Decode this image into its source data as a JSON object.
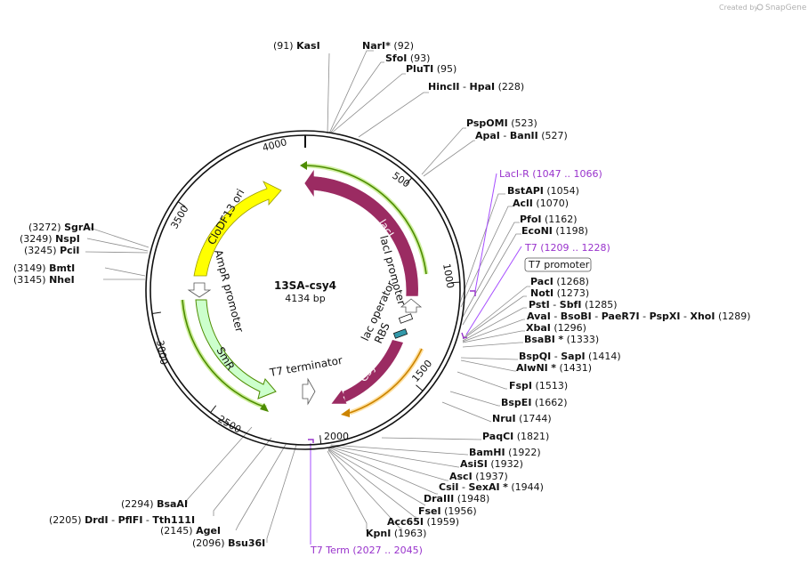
{
  "watermark": {
    "prefix": "Created by",
    "brand": "SnapGene"
  },
  "plasmid": {
    "name": "13SA-csy4",
    "length": "4134 bp"
  },
  "ruler": [
    "4000",
    "500",
    "1000",
    "1500",
    "2000",
    "2500",
    "3000",
    "3500"
  ],
  "features": {
    "lacI": "lacI",
    "lacI_promoter": "lacI promoter",
    "lac_operator": "lac operator",
    "rbs": "RBS",
    "csy4": "Csy4",
    "t7_terminator": "T7 terminator",
    "smr": "SmR",
    "ampr_promoter": "AmpR promoter",
    "clodf13_ori": "CloDF13 ori"
  },
  "sites": {
    "kasI": {
      "pos": "(91)",
      "name": "KasI"
    },
    "narI": {
      "name": "NarI",
      "star": "*",
      "pos": "(92)"
    },
    "sfoI": {
      "name": "SfoI",
      "pos": "(93)"
    },
    "pluTI": {
      "name": "PluTI",
      "pos": "(95)"
    },
    "hincII": {
      "name": "HincII",
      "sep": "-",
      "name2": "HpaI",
      "pos": "(228)"
    },
    "pspOMI": {
      "name": "PspOMI",
      "pos": "(523)"
    },
    "apaI": {
      "name": "ApaI",
      "sep": "-",
      "name2": "BanII",
      "pos": "(527)"
    },
    "lacIR": {
      "name": "LacI-R",
      "range": "(1047 .. 1066)"
    },
    "bstAPI": {
      "name": "BstAPI",
      "pos": "(1054)"
    },
    "aclI": {
      "name": "AclI",
      "pos": "(1070)"
    },
    "pfoI": {
      "name": "PfoI",
      "pos": "(1162)"
    },
    "ecoNI": {
      "name": "EcoNI",
      "pos": "(1198)"
    },
    "t7": {
      "name": "T7",
      "range": "(1209 .. 1228)"
    },
    "t7promoter": {
      "name": "T7 promoter"
    },
    "pacI": {
      "name": "PacI",
      "pos": "(1268)"
    },
    "notI": {
      "name": "NotI",
      "pos": "(1273)"
    },
    "pstI": {
      "name": "PstI",
      "sep": "-",
      "name2": "SbfI",
      "pos": "(1285)"
    },
    "avaI": {
      "name": "AvaI",
      "s1": "-",
      "n2": "BsoBI",
      "s2": "-",
      "n3": "PaeR7I",
      "s3": "-",
      "n4": "PspXI",
      "s4": "-",
      "n5": "XhoI",
      "pos": "(1289)"
    },
    "xbaI": {
      "name": "XbaI",
      "pos": "(1296)"
    },
    "bsaBI": {
      "name": "BsaBI",
      "star": "*",
      "pos": "(1333)"
    },
    "bspQI": {
      "name": "BspQI",
      "sep": "-",
      "name2": "SapI",
      "pos": "(1414)"
    },
    "alwNI": {
      "name": "AlwNI",
      "star": "*",
      "pos": "(1431)"
    },
    "fspI": {
      "name": "FspI",
      "pos": "(1513)"
    },
    "bspEI": {
      "name": "BspEI",
      "pos": "(1662)"
    },
    "nruI": {
      "name": "NruI",
      "pos": "(1744)"
    },
    "paqCI": {
      "name": "PaqCI",
      "pos": "(1821)"
    },
    "bamHI": {
      "name": "BamHI",
      "pos": "(1922)"
    },
    "asiSI": {
      "name": "AsiSI",
      "pos": "(1932)"
    },
    "ascI": {
      "name": "AscI",
      "pos": "(1937)"
    },
    "csiI": {
      "name": "CsiI",
      "sep": "-",
      "name2": "SexAI",
      "star": "*",
      "pos": "(1944)"
    },
    "draIII": {
      "name": "DraIII",
      "pos": "(1948)"
    },
    "fseI": {
      "name": "FseI",
      "pos": "(1956)"
    },
    "acc65I": {
      "name": "Acc65I",
      "pos": "(1959)"
    },
    "kpnI": {
      "name": "KpnI",
      "pos": "(1963)"
    },
    "t7term": {
      "name": "T7 Term",
      "range": "(2027 .. 2045)"
    },
    "bsu36I": {
      "pos": "(2096)",
      "name": "Bsu36I"
    },
    "ageI": {
      "pos": "(2145)",
      "name": "AgeI"
    },
    "drdI": {
      "pos": "(2205)",
      "name": "DrdI",
      "s1": "-",
      "n2": "PflFI",
      "s2": "-",
      "n3": "Tth111I"
    },
    "bsaAI": {
      "pos": "(2294)",
      "name": "BsaAI"
    },
    "nheI": {
      "pos": "(3145)",
      "name": "NheI"
    },
    "bmtI": {
      "pos": "(3149)",
      "name": "BmtI"
    },
    "pciI": {
      "pos": "(3245)",
      "name": "PciI"
    },
    "nspI": {
      "pos": "(3249)",
      "name": "NspI"
    },
    "sgrAI": {
      "pos": "(3272)",
      "name": "SgrAI"
    }
  },
  "colors": {
    "lacI": "#9b2b62",
    "csy4": "#9b2b62",
    "clodf13_ori": "#ffff00",
    "smr": "#ccffcc",
    "primer": "#9933cc",
    "orange_arc": "#cc8400",
    "green_arc": "#4d8c00",
    "rbs": "#3399aa"
  }
}
